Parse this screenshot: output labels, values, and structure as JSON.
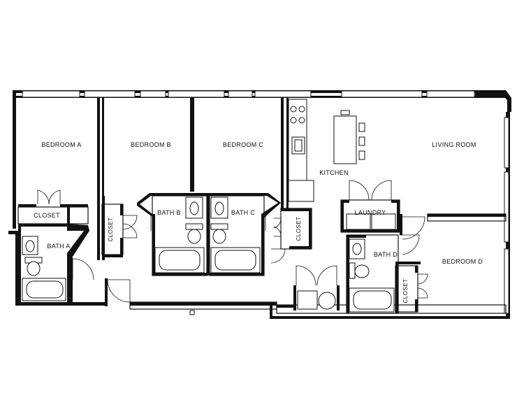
{
  "rooms": {
    "bedroom_a": "BEDROOM A",
    "bedroom_b": "BEDROOM B",
    "bedroom_c": "BEDROOM C",
    "living_room": "LIVING ROOM",
    "kitchen": "KITCHEN",
    "closet_a": "CLOSET",
    "bath_a": "BATH A",
    "closet_b": "CLOSET",
    "bath_b": "BATH B",
    "bath_c": "BATH C",
    "closet_c": "CLOSET",
    "laundry": "LAUNDRY",
    "bath_d": "BATH D",
    "bedroom_d": "BEDROOM D",
    "closet_d": "CLOSET"
  }
}
